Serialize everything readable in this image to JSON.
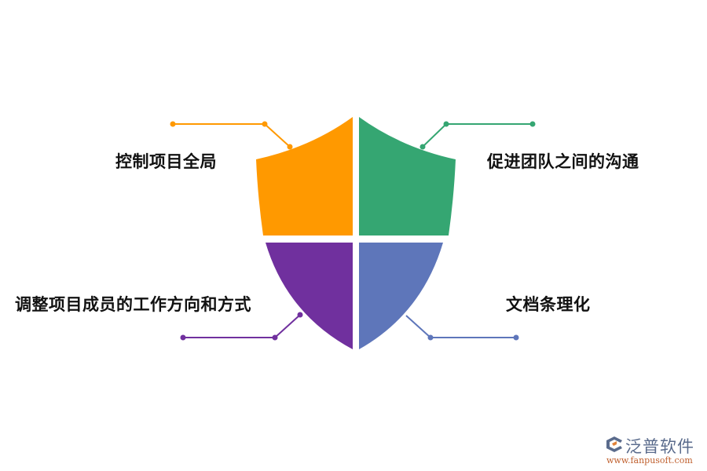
{
  "diagram": {
    "type": "shield-quadrant",
    "items": [
      {
        "id": "top-left",
        "label": "控制项目全局",
        "color": "#FF9900"
      },
      {
        "id": "top-right",
        "label": "促进团队之间的沟通",
        "color": "#35A672"
      },
      {
        "id": "bottom-left",
        "label": "调整项目成员的工作方向和方式",
        "color": "#70309E"
      },
      {
        "id": "bottom-right",
        "label": "文档条理化",
        "color": "#5E76BA"
      }
    ]
  },
  "watermark": {
    "name": "泛普软件",
    "url": "www.fanpusoft.com",
    "icon": "fanpu-logo-icon"
  }
}
